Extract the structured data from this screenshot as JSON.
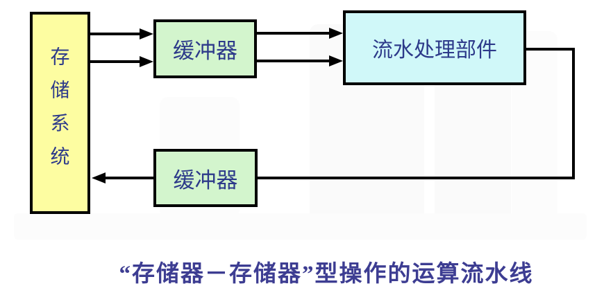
{
  "colors": {
    "background": "#ffffff",
    "line": "#000000",
    "box_border": "#000000",
    "storage_fill": "#fdfda1",
    "buffer_fill": "#d3f5cd",
    "pipeline_fill": "#d0f8f9",
    "label_text": "#2d3a8a",
    "caption_text": "#3d3d92"
  },
  "boxes": {
    "storage": {
      "label": "存储系统"
    },
    "buffer_top": {
      "label": "缓冲器"
    },
    "pipeline": {
      "label": "流水处理部件"
    },
    "buffer_bottom": {
      "label": "缓冲器"
    }
  },
  "caption": "“存储器－存储器”型操作的运算流水线",
  "flows": [
    {
      "from": "存储系统",
      "to": "缓冲器(上)",
      "lines": 2,
      "direction": "right"
    },
    {
      "from": "缓冲器(上)",
      "to": "流水处理部件",
      "lines": 2,
      "direction": "right"
    },
    {
      "from": "流水处理部件",
      "to": "缓冲器(下)",
      "lines": 1,
      "direction": "right-down-left"
    },
    {
      "from": "缓冲器(下)",
      "to": "存储系统",
      "lines": 1,
      "direction": "left"
    }
  ]
}
